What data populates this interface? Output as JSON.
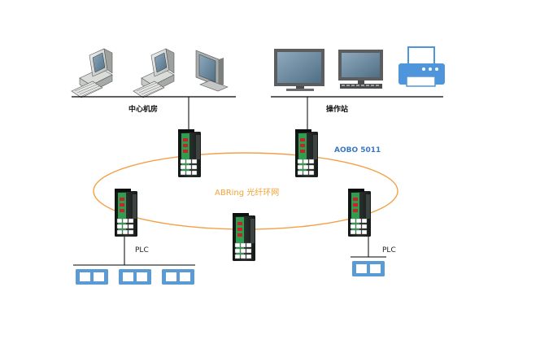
{
  "labels": {
    "control_room": "中心机房",
    "operator_station": "操作站",
    "switch_model": "AOBO 5011",
    "ring_name": "ABRing 光纤环网",
    "plc_left": "PLC",
    "plc_right": "PLC"
  },
  "colors": {
    "ring": "#f4a04a",
    "switch_body": "#1d2220",
    "switch_green": "#2f9e4f",
    "switch_port_red": "#c8232c",
    "plc_blue": "#5b9bd5",
    "printer_blue": "#4f95dc",
    "monitor_screen": "#6f8fa8",
    "model_text": "#3a78c2"
  },
  "icons": {
    "control_room_devices": [
      "desktop-computer-icon",
      "desktop-computer-icon",
      "lcd-monitor-icon"
    ],
    "operator_devices": [
      "flat-monitor-icon",
      "monitor-keyboard-icon",
      "printer-icon"
    ],
    "switch": "industrial-ethernet-switch-icon",
    "plc": "plc-module-icon"
  }
}
